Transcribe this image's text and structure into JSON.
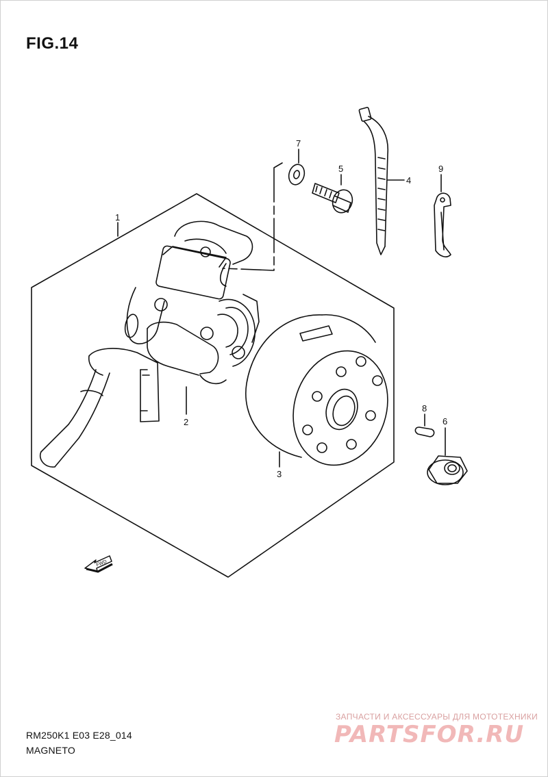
{
  "figure": {
    "title": "FIG.14"
  },
  "callouts": {
    "c1": "1",
    "c2": "2",
    "c3": "3",
    "c4": "4",
    "c5": "5",
    "c6": "6",
    "c7": "7",
    "c8": "8",
    "c9": "9"
  },
  "arrow": {
    "label": "FWD"
  },
  "footer": {
    "code": "RM250K1 E03 E28_014",
    "name": "MAGNETO"
  },
  "watermark": {
    "tagline": "ЗАПЧАСТИ И АКСЕССУАРЫ ДЛЯ МОТОТЕХНИКИ",
    "logo": "PARTSFOR.RU"
  }
}
